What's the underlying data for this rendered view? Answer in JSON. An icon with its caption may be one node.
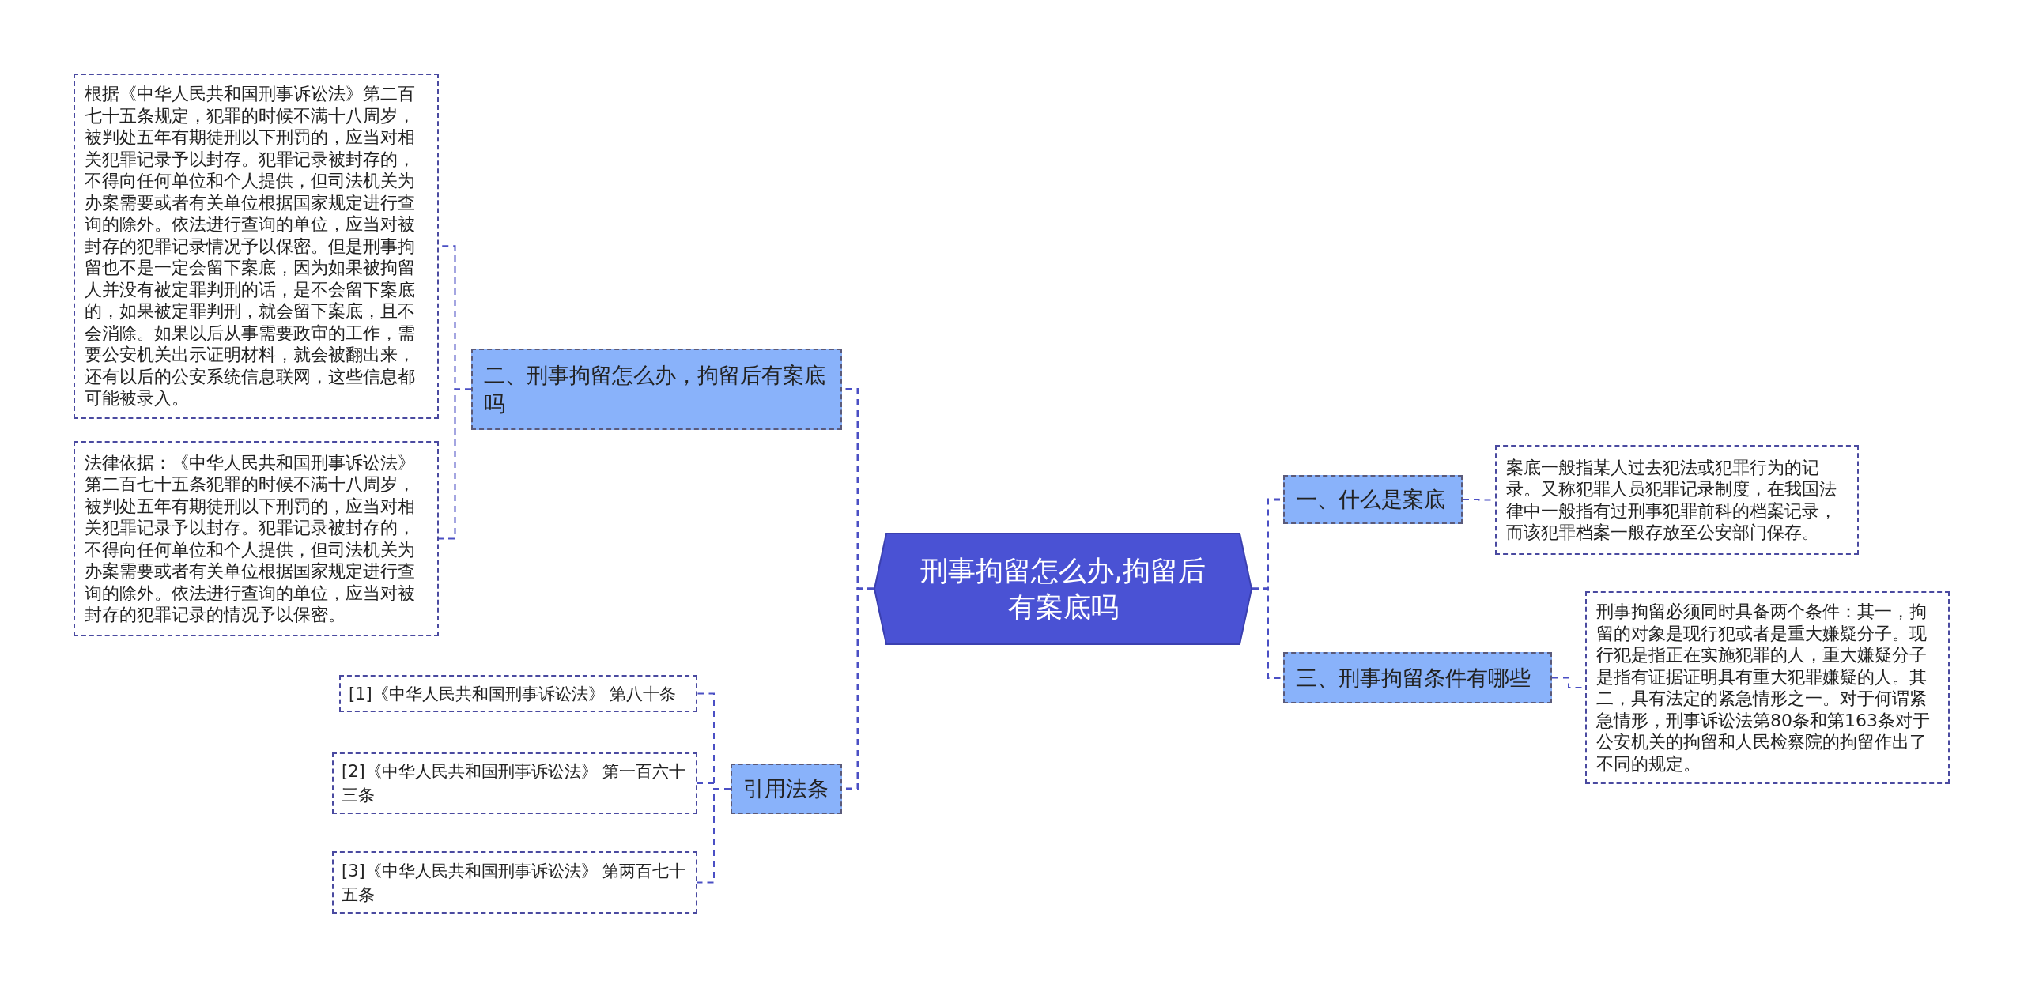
{
  "diagram": {
    "nodes": [
      {
        "text": [
          "刑事拘留怎么办,拘留后有案底吗"
        ]
      },
      {
        "text": [
          "二、刑事拘留怎么办，拘留后有案底吗"
        ]
      },
      {
        "text": [
          "根据《中华人民共和国刑事诉讼法》第二百七十五条规定，犯罪的时候不满十八周岁，被判处五年有期徒刑以下刑罚的，应当对相关犯罪记录予以封存。犯罪记录被封存的，不得向任何单位和个人提供，但司法机关为办案需要或者有关单位根据国家规定进行查询的除外。依法进行查询的单位，应当对被封存的犯罪记录情况予以保密。但是刑事拘留也不是一定会留下案底，因为如果被拘留人并没有被定罪判刑的话，是不会留下案底的，如果被定罪判刑，就会留下案底，且不会消除。如果以后从事需要政审的工作，需要公安机关出示证明材料，就会被翻出来，还有以后的公安系统信息联网，这些信息都可能被录入。"
        ]
      },
      {
        "text": [
          "法律依据：《中华人民共和国刑事诉讼法》第二百七十五条犯罪的时候不满十八周岁，被判处五年有期徒刑以下刑罚的，应当对相关犯罪记录予以封存。犯罪记录被封存的，不得向任何单位和个人提供，但司法机关为办案需要或者有关单位根据国家规定进行查询的除外。依法进行查询的单位，应当对被封存的犯罪记录的情况予以保密。"
        ]
      },
      {
        "text": [
          "引用法条"
        ]
      },
      {
        "text": [
          "[1]《中华人民共和国刑事诉讼法》 第八十条"
        ]
      },
      {
        "text": [
          "[2]《中华人民共和国刑事诉讼法》 第一百六十三条"
        ]
      },
      {
        "text": [
          "[3]《中华人民共和国刑事诉讼法》 第两百七十五条"
        ]
      },
      {
        "text": [
          "一、什么是案底"
        ]
      },
      {
        "text": [
          "案底一般指某人过去犯法或犯罪行为的记录。又称犯罪人员犯罪记录制度，在我国法律中一般指有过刑事犯罪前科的档案记录，而该犯罪档案一般存放至公安部门保存。"
        ]
      },
      {
        "text": [
          "三、刑事拘留条件有哪些"
        ]
      },
      {
        "text": [
          "刑事拘留必须同时具备两个条件：其一，拘留的对象是现行犯或者是重大嫌疑分子。现行犯是指正在实施犯罪的人，重大嫌疑分子是指有证据证明具有重大犯罪嫌疑的人。其二，具有法定的紧急情形之一。对于何谓紧急情形，刑事诉讼法第80条和第163条对于公安机关的拘留和人民检察院的拘留作出了不同的规定。"
        ]
      }
    ],
    "edges": [
      {
        "from": 0,
        "to": 1,
        "arrow": "none",
        "style": "dashed"
      },
      {
        "from": 0,
        "to": 4,
        "arrow": "none",
        "style": "dashed"
      },
      {
        "from": 0,
        "to": 8,
        "arrow": "none",
        "style": "dashed"
      },
      {
        "from": 0,
        "to": 10,
        "arrow": "none",
        "style": "dashed"
      },
      {
        "from": 1,
        "to": 2,
        "arrow": "none",
        "style": "dashed"
      },
      {
        "from": 1,
        "to": 3,
        "arrow": "none",
        "style": "dashed"
      },
      {
        "from": 4,
        "to": 5,
        "arrow": "none",
        "style": "dashed"
      },
      {
        "from": 4,
        "to": 6,
        "arrow": "none",
        "style": "dashed"
      },
      {
        "from": 4,
        "to": 7,
        "arrow": "none",
        "style": "dashed"
      },
      {
        "from": 8,
        "to": 9,
        "arrow": "none",
        "style": "dashed"
      },
      {
        "from": 10,
        "to": 11,
        "arrow": "none",
        "style": "dashed"
      }
    ]
  }
}
